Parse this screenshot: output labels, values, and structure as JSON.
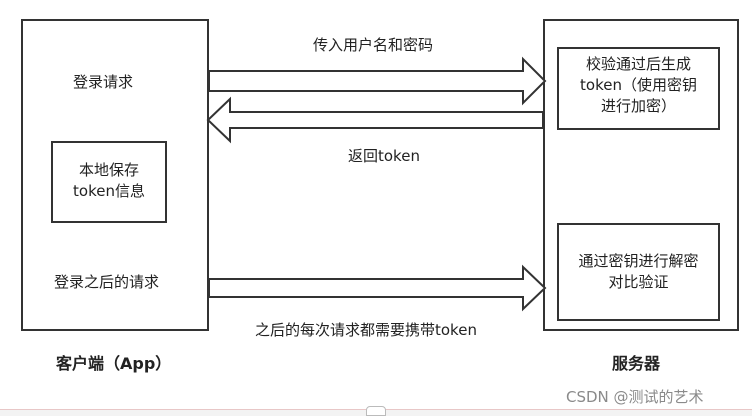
{
  "client": {
    "label": "客户端（App）",
    "login_request": "登录请求",
    "local_store_line1": "本地保存",
    "local_store_line2": "token信息",
    "after_login_request": "登录之后的请求"
  },
  "server": {
    "label": "服务器",
    "generate_line1": "校验通过后生成",
    "generate_line2": "token（使用密钥",
    "generate_line3": "进行加密）",
    "verify_line1": "通过密钥进行解密",
    "verify_line2": "对比验证"
  },
  "arrows": {
    "send_credentials": "传入用户名和密码",
    "return_token": "返回token",
    "carry_token": "之后的每次请求都需要携带token"
  },
  "watermark": "CSDN @测试的艺术"
}
